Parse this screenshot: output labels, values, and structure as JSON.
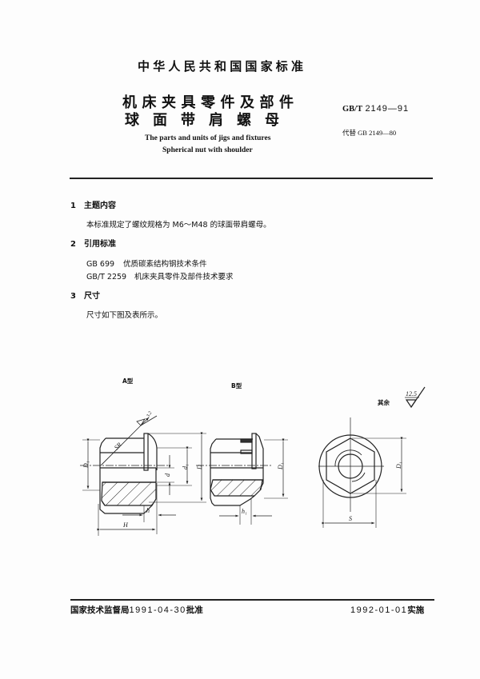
{
  "header": {
    "national_standard": "中华人民共和国国家标准",
    "title_cn_line1": "机床夹具零件及部件",
    "title_cn_line2": "球面带肩螺母",
    "title_en_line1": "The parts and units of jigs and fixtures",
    "title_en_line2": "Spherical nut with shoulder",
    "standard_prefix": "GB/T",
    "standard_number": "2149—91",
    "replaces_label": "代替",
    "replaces_standard": "GB 2149—80"
  },
  "sections": [
    {
      "number": "1",
      "heading": "主题内容",
      "lines": [
        "本标准规定了螺纹规格为 M6～M48 的球面带肩螺母。"
      ]
    },
    {
      "number": "2",
      "heading": "引用标准",
      "references": [
        {
          "code": "GB 699",
          "title": "优质碳素结构钢技术条件"
        },
        {
          "code": "GB/T 2259",
          "title": "机床夹具零件及部件技术要求"
        }
      ]
    },
    {
      "number": "3",
      "heading": "尺寸",
      "lines": [
        "尺寸如下图及表所示。"
      ]
    }
  ],
  "figure": {
    "type_a_label": "A型",
    "type_b_label": "B型",
    "roughness_note": "其余",
    "roughness_value": "12.5",
    "sphere_roughness": "3.2",
    "dimension_labels": {
      "sr": "SR",
      "d": "d",
      "d1": "d₁",
      "D": "D",
      "D1": "D₁",
      "h": "h",
      "h1": "h₁",
      "H": "H",
      "S": "S"
    }
  },
  "footer": {
    "approval_org": "国家技术监督局",
    "approval_date": "1991-04-30",
    "approval_suffix": "批准",
    "effective_date": "1992-01-01",
    "effective_suffix": "实施"
  }
}
